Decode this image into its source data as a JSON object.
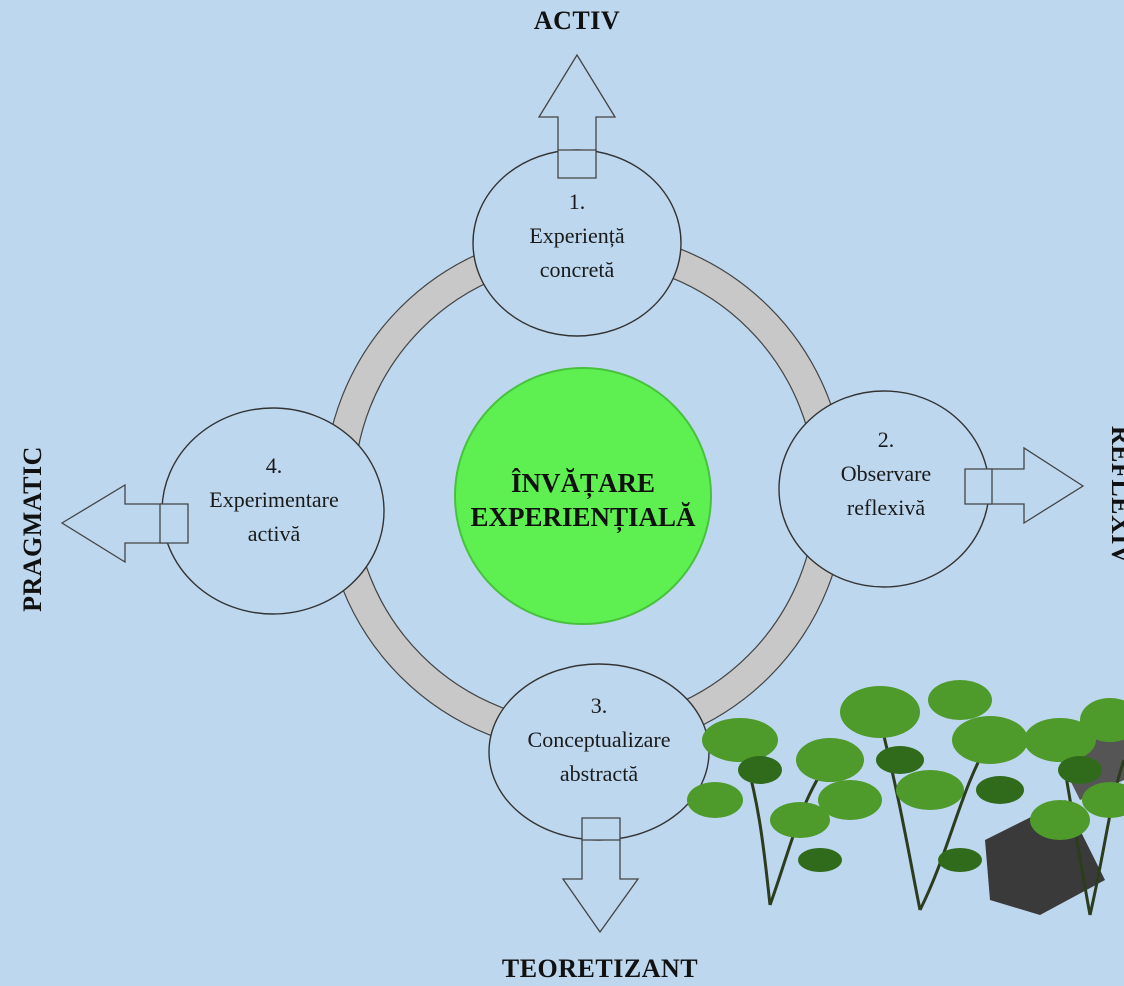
{
  "diagram": {
    "center": {
      "line1": "ÎNVĂȚARE",
      "line2": "EXPERIENȚIALĂ"
    },
    "stages": [
      {
        "number": "1.",
        "line1": "Experiență",
        "line2": "concretă"
      },
      {
        "number": "2.",
        "line1": "Observare",
        "line2": "reflexivă"
      },
      {
        "number": "3.",
        "line1": "Conceptualizare",
        "line2": "abstractă"
      },
      {
        "number": "4.",
        "line1": "Experimentare",
        "line2": "activă"
      }
    ],
    "directions": {
      "top": "ACTIV",
      "right": "REFLEXIV",
      "bottom": "TEORETIZANT",
      "left": "PRAGMATIC"
    },
    "colors": {
      "background": "#bdd7ee",
      "center_fill": "#5ef050",
      "ring_fill": "#c8c8c8",
      "stage_fill": "#bdd7ee",
      "outline": "#333333"
    },
    "decoration": "plant-illustration"
  }
}
